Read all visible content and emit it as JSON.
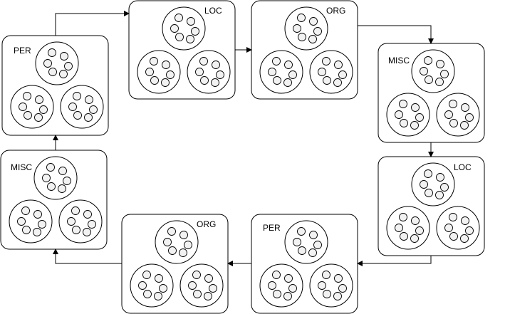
{
  "diagram": {
    "nodes": [
      {
        "id": "n1",
        "label": "PER"
      },
      {
        "id": "n2",
        "label": "LOC"
      },
      {
        "id": "n3",
        "label": "ORG"
      },
      {
        "id": "n4",
        "label": "MISC"
      },
      {
        "id": "n5",
        "label": "LOC"
      },
      {
        "id": "n6",
        "label": "PER"
      },
      {
        "id": "n7",
        "label": "ORG"
      },
      {
        "id": "n8",
        "label": "MISC"
      }
    ],
    "edges": [
      {
        "from": "n1",
        "to": "n2"
      },
      {
        "from": "n2",
        "to": "n3"
      },
      {
        "from": "n3",
        "to": "n4"
      },
      {
        "from": "n4",
        "to": "n5"
      },
      {
        "from": "n5",
        "to": "n6"
      },
      {
        "from": "n6",
        "to": "n7"
      },
      {
        "from": "n7",
        "to": "n8"
      },
      {
        "from": "n8",
        "to": "n1"
      }
    ],
    "colors": {
      "stroke": "#000000",
      "small_circle_fill": "#f2f2f2",
      "background": "#ffffff"
    }
  }
}
